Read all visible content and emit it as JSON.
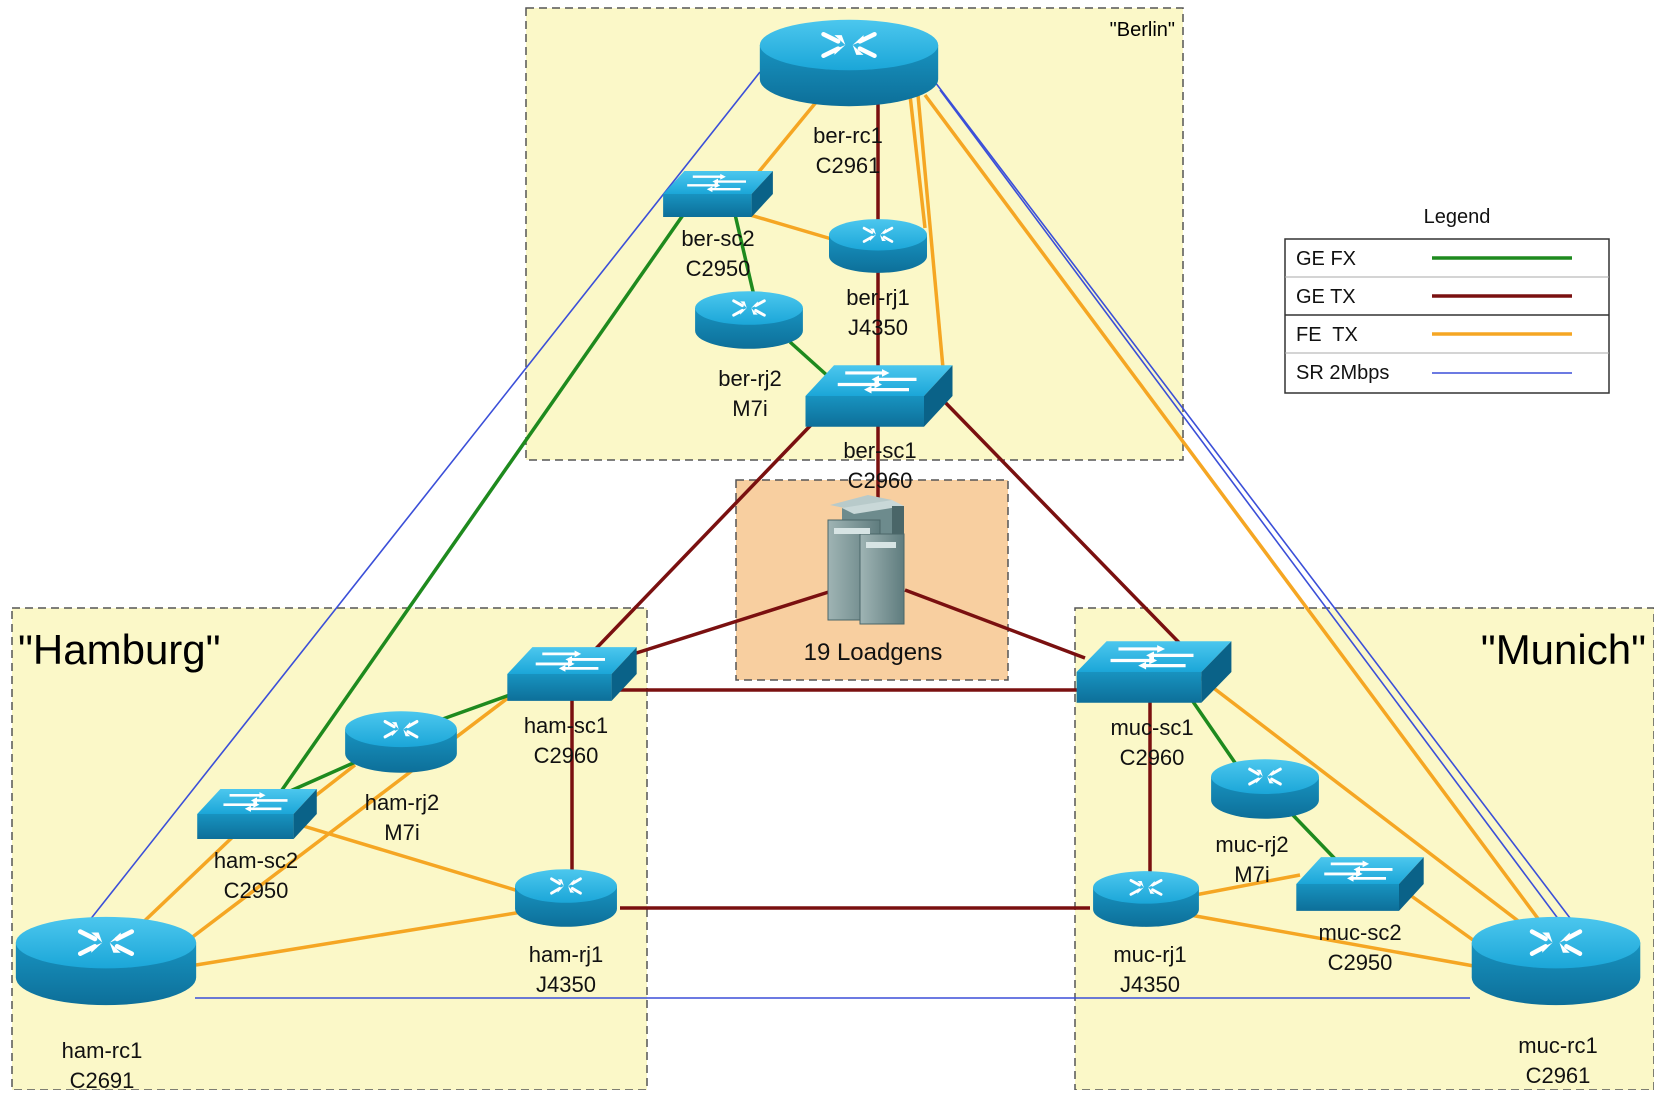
{
  "colors": {
    "ge_fx": "#1e8a1e",
    "ge_tx": "#7a1010",
    "fe_tx": "#f5a623",
    "sr": "#3b4fd8",
    "site_fill": "#fbf8c8",
    "loadgen_fill": "#f8cfa0",
    "device": "#1aa0d0"
  },
  "sites": {
    "berlin": "\"Berlin\"",
    "hamburg": "\"Hamburg\"",
    "munich": "\"Munich\""
  },
  "loadgens": {
    "label": "19 Loadgens"
  },
  "devices": {
    "ber_rc1": {
      "name": "ber-rc1",
      "model": "C2961"
    },
    "ber_sc2": {
      "name": "ber-sc2",
      "model": "C2950"
    },
    "ber_rj1": {
      "name": "ber-rj1",
      "model": "J4350"
    },
    "ber_rj2": {
      "name": "ber-rj2",
      "model": "M7i"
    },
    "ber_sc1": {
      "name": "ber-sc1",
      "model": "C2960"
    },
    "ham_sc1": {
      "name": "ham-sc1",
      "model": "C2960"
    },
    "ham_rj2": {
      "name": "ham-rj2",
      "model": "M7i"
    },
    "ham_sc2": {
      "name": "ham-sc2",
      "model": "C2950"
    },
    "ham_rj1": {
      "name": "ham-rj1",
      "model": "J4350"
    },
    "ham_rc1": {
      "name": "ham-rc1",
      "model": "C2691"
    },
    "muc_sc1": {
      "name": "muc-sc1",
      "model": "C2960"
    },
    "muc_rj2": {
      "name": "muc-rj2",
      "model": "M7i"
    },
    "muc_sc2": {
      "name": "muc-sc2",
      "model": "C2950"
    },
    "muc_rj1": {
      "name": "muc-rj1",
      "model": "J4350"
    },
    "muc_rc1": {
      "name": "muc-rc1",
      "model": "C2961"
    }
  },
  "legend": {
    "title": "Legend",
    "items": [
      {
        "label": "GE FX",
        "type": "ge_fx"
      },
      {
        "label": "GE TX",
        "type": "ge_tx"
      },
      {
        "label": "FE  TX",
        "type": "fe_tx"
      },
      {
        "label": "SR 2Mbps",
        "type": "sr"
      }
    ]
  }
}
